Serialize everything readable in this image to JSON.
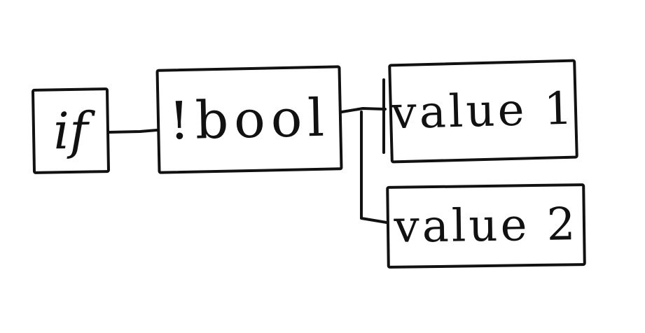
{
  "diagram": {
    "nodes": [
      {
        "id": "if",
        "label": "if"
      },
      {
        "id": "bool",
        "label": "!bool"
      },
      {
        "id": "value1",
        "label": "value 1"
      },
      {
        "id": "value2",
        "label": "value 2"
      }
    ],
    "edges": [
      {
        "from": "if",
        "to": "bool"
      },
      {
        "from": "bool",
        "to": "value1"
      },
      {
        "from": "bool",
        "to": "value2"
      }
    ]
  }
}
